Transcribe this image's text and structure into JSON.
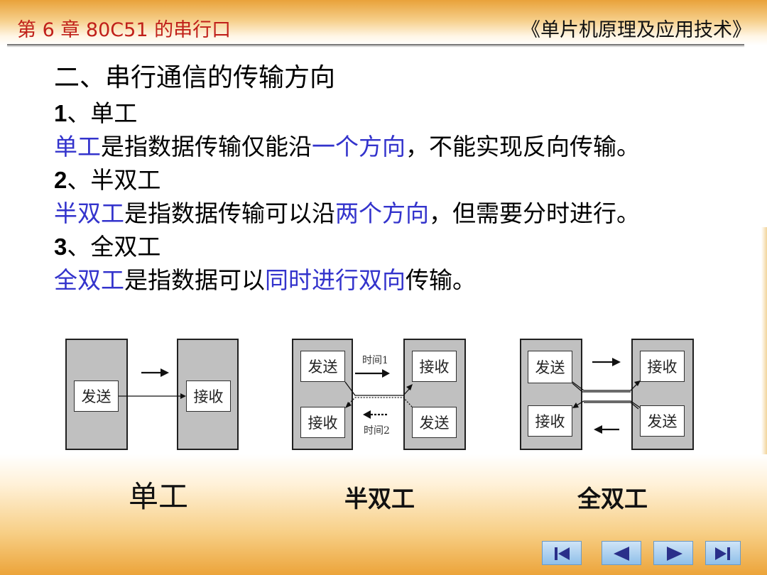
{
  "header": {
    "chapter": "第 6 章  80C51 的串行口",
    "book": "《单片机原理及应用技术》"
  },
  "content": {
    "title": "二、串行通信的传输方向",
    "s1": {
      "num": "1",
      "head": "、单工"
    },
    "s1_desc": {
      "a": "单工",
      "b": "是指数据传输仅能沿",
      "c": "一个方向",
      "d": "，不能实现反向传输。"
    },
    "s2": {
      "num": "2",
      "head": "、半双工"
    },
    "s2_desc": {
      "a": "半双工",
      "b": "是指数据传输可以沿",
      "c": "两个方向",
      "d": "，但需要分时进行。"
    },
    "s3": {
      "num": "3",
      "head": "、全双工"
    },
    "s3_desc": {
      "a": "全双工",
      "b": "是指数据可以",
      "c": "同时进行双向",
      "d": "传输。"
    }
  },
  "diagrams": {
    "simplex": {
      "send": "发送",
      "recv": "接收",
      "caption": "单工"
    },
    "half": {
      "send_left": "发送",
      "recv_left": "接收",
      "recv_right": "接收",
      "send_right": "发送",
      "time1": "时间1",
      "time2": "时间2",
      "caption": "半双工"
    },
    "full": {
      "send_left": "发送",
      "recv_left": "接收",
      "recv_right": "接收",
      "send_right": "发送",
      "caption": "全双工"
    }
  },
  "nav": {
    "first_icon": "skip-to-start-icon",
    "prev_icon": "triangle-left-icon",
    "next_icon": "triangle-right-icon",
    "last_icon": "skip-to-end-icon",
    "button_color": "#8fbfe9"
  }
}
